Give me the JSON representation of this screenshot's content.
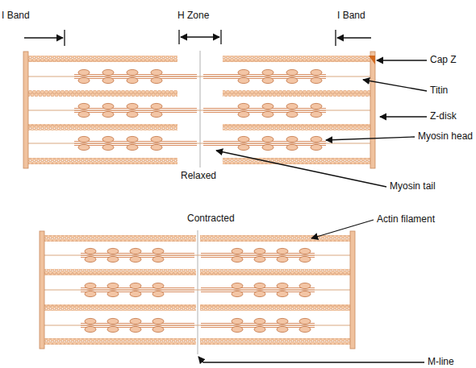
{
  "diagram": {
    "labels": [
      "I Band",
      "H Zone",
      "I Band",
      "Cap Z",
      "Titin",
      "Z-disk",
      "Myosin head",
      "Relaxed",
      "Myosin tail",
      "Contracted",
      "Actin filament",
      "M-line"
    ]
  }
}
